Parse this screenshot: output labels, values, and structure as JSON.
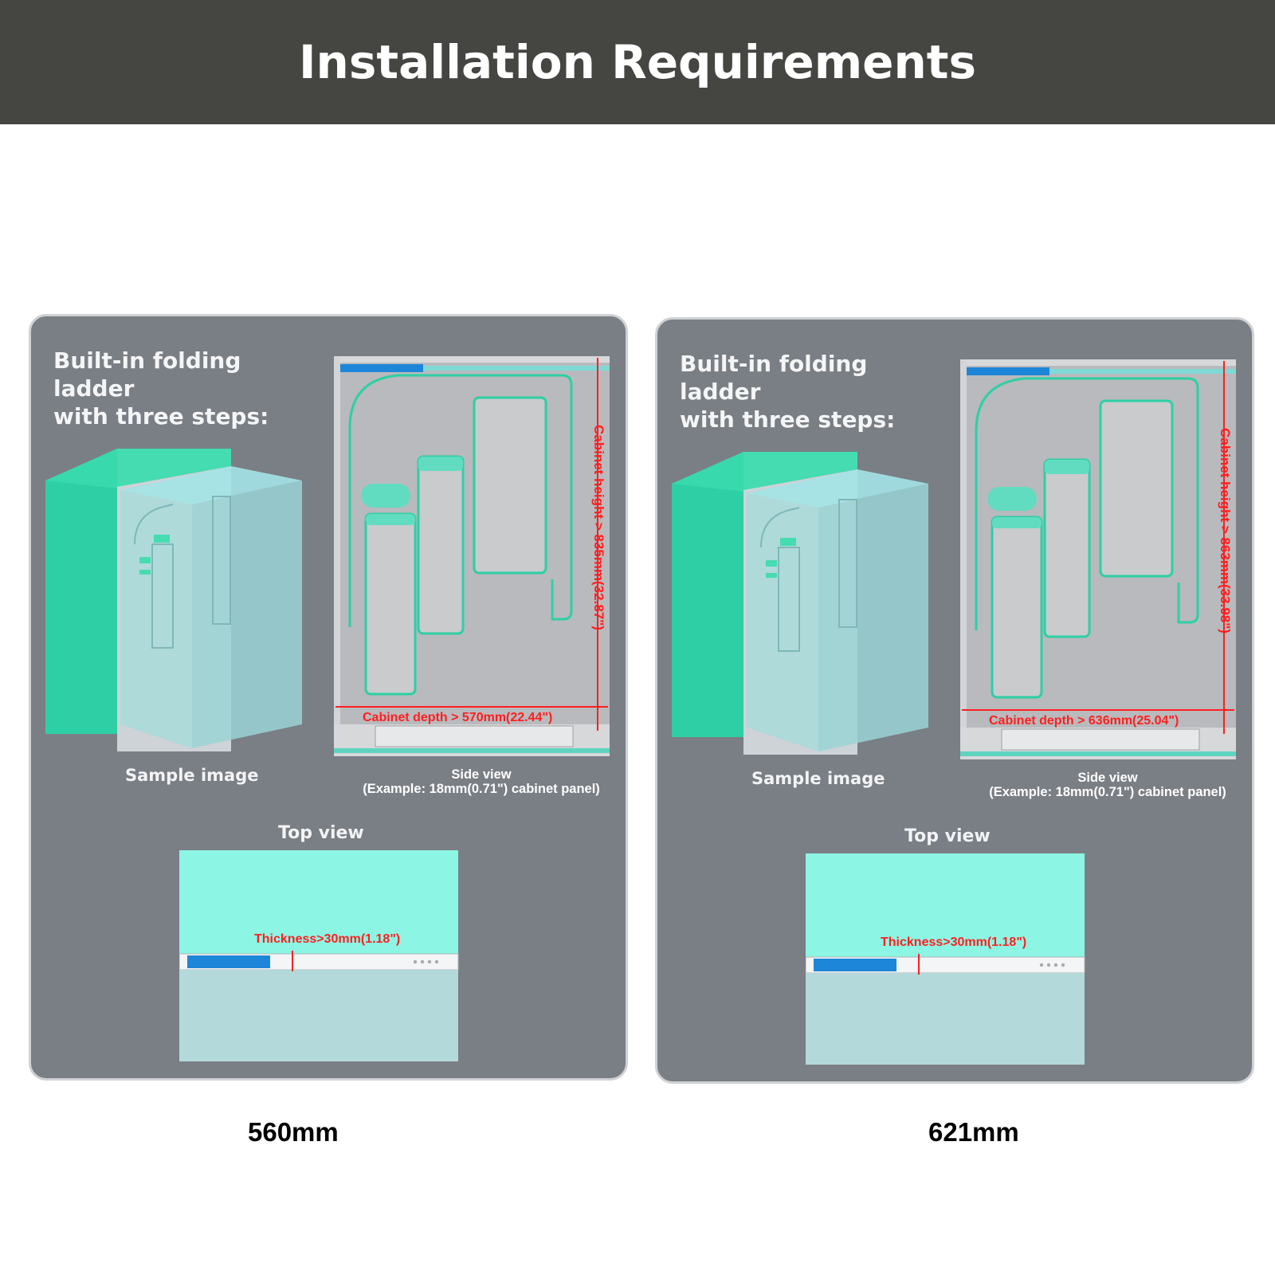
{
  "header": {
    "title": "Installation Requirements"
  },
  "panels": [
    {
      "ladder_title_line1": "Built-in folding ladder",
      "ladder_title_line2": "with three steps:",
      "sample_caption": "Sample image",
      "side_caption_line1": "Side view",
      "side_caption_line2": "(Example: 18mm(0.71\") cabinet panel)",
      "cabinet_height": "Cabinet height > 835mm(32.87\")",
      "cabinet_depth": "Cabinet depth > 570mm(22.44\")",
      "top_caption": "Top view",
      "thickness": "Thickness>30mm(1.18\")",
      "footer_label": "560mm"
    },
    {
      "ladder_title_line1": "Built-in folding ladder",
      "ladder_title_line2": "with three steps:",
      "sample_caption": "Sample image",
      "side_caption_line1": "Side view",
      "side_caption_line2": "(Example: 18mm(0.71\") cabinet panel)",
      "cabinet_height": "Cabinet height > 863mm(33.98\")",
      "cabinet_depth": "Cabinet depth > 636mm(25.04\")",
      "top_caption": "Top view",
      "thickness": "Thickness>30mm(1.18\")",
      "footer_label": "621mm"
    }
  ],
  "colors": {
    "header_bg": "#454642",
    "panel_bg": "#7a7e85",
    "teal": "#2ecfa5",
    "mint": "#8cf5e4",
    "glass": "#b3d9da",
    "dimension_red": "#ff1f1f",
    "slide_blue": "#1d84d6"
  }
}
